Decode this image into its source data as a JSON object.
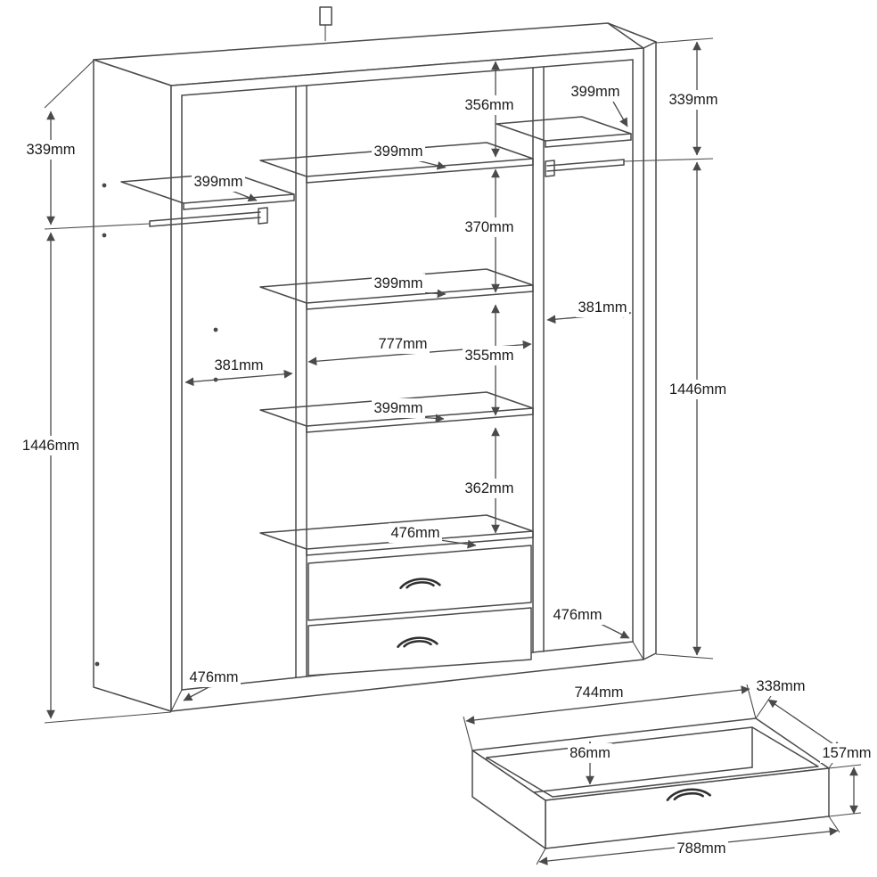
{
  "wardrobe": {
    "left": {
      "top_section_height": "339mm",
      "side_height": "1446mm",
      "shelf_depth": "399mm",
      "section_width": "381mm",
      "bottom_depth": "476mm"
    },
    "middle": {
      "top_gap": "356mm",
      "shelf_1": "399mm",
      "gap_2": "370mm",
      "shelf_2": "399mm",
      "section_width": "777mm",
      "gap_3": "355mm",
      "shelf_3": "399mm",
      "gap_4": "362mm",
      "bottom_shelf": "476mm"
    },
    "right": {
      "shelf_depth": "399mm",
      "top_section_height": "339mm",
      "section_width": "381mm",
      "side_height": "1446mm",
      "bottom_depth": "476mm"
    }
  },
  "drawer": {
    "inner_width": "744mm",
    "depth": "338mm",
    "inner_height": "86mm",
    "front_height": "157mm",
    "outer_width": "788mm"
  }
}
